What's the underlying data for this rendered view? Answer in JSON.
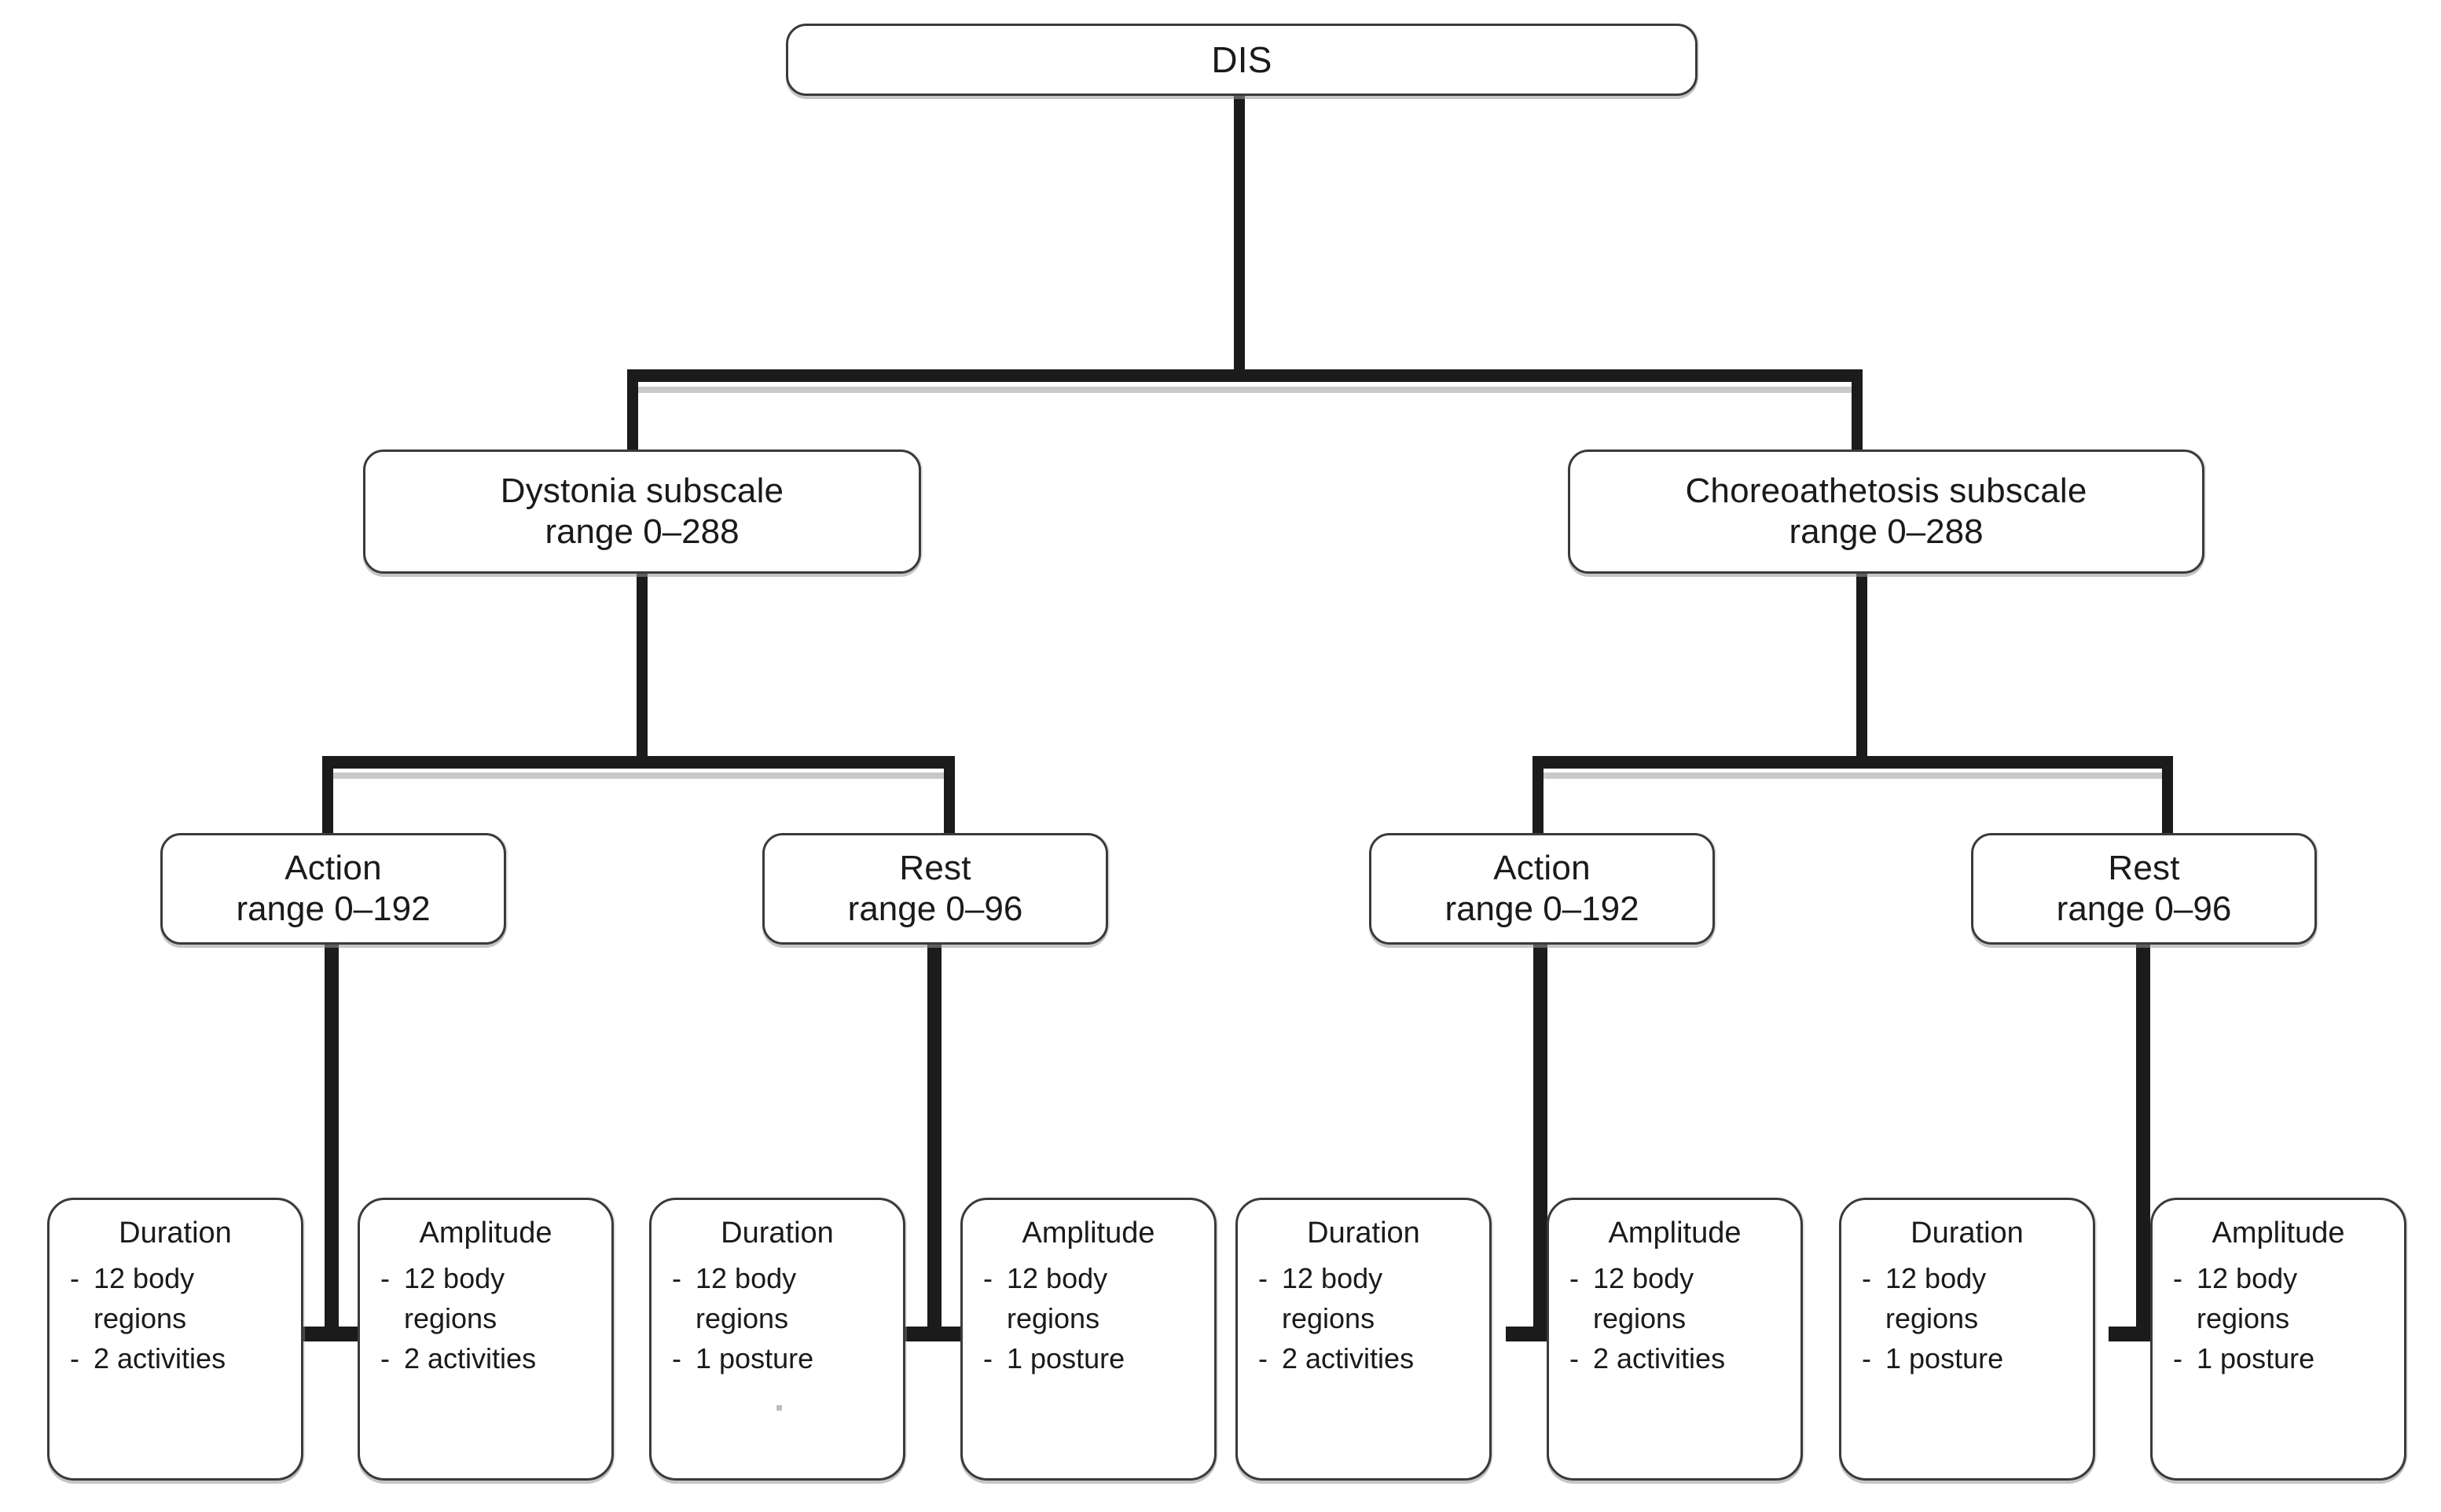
{
  "diagram": {
    "type": "hierarchy-tree",
    "title": "DIS",
    "root": {
      "label": "DIS"
    },
    "level2": [
      {
        "name": "Dystonia subscale",
        "range": "range 0–288"
      },
      {
        "name": "Choreoathetosis subscale",
        "range": "range 0–288"
      }
    ],
    "level3": [
      {
        "name": "Action",
        "range": "range 0–192"
      },
      {
        "name": "Rest",
        "range": "range 0–96"
      },
      {
        "name": "Action",
        "range": "range 0–192"
      },
      {
        "name": "Rest",
        "range": "range 0–96"
      }
    ],
    "leaves": [
      {
        "heading": "Duration",
        "items": [
          "12 body regions",
          "2 activities"
        ],
        "item_lines": [
          [
            "12 body",
            "regions"
          ],
          [
            "2 activities"
          ]
        ]
      },
      {
        "heading": "Amplitude",
        "items": [
          "12 body regions",
          "2 activities"
        ],
        "item_lines": [
          [
            "12 body",
            "regions"
          ],
          [
            "2 activities"
          ]
        ]
      },
      {
        "heading": "Duration",
        "items": [
          "12 body regions",
          "1 posture"
        ],
        "item_lines": [
          [
            "12 body",
            "regions"
          ],
          [
            "1 posture"
          ]
        ]
      },
      {
        "heading": "Amplitude",
        "items": [
          "12 body regions",
          "1 posture"
        ],
        "item_lines": [
          [
            "12 body",
            "regions"
          ],
          [
            "1 posture"
          ]
        ]
      },
      {
        "heading": "Duration",
        "items": [
          "12 body regions",
          "2 activities"
        ],
        "item_lines": [
          [
            "12 body",
            "regions"
          ],
          [
            "2 activities"
          ]
        ]
      },
      {
        "heading": "Amplitude",
        "items": [
          "12 body regions",
          "2 activities"
        ],
        "item_lines": [
          [
            "12 body",
            "regions"
          ],
          [
            "2 activities"
          ]
        ]
      },
      {
        "heading": "Duration",
        "items": [
          "12 body regions",
          "1 posture"
        ],
        "item_lines": [
          [
            "12 body",
            "regions"
          ],
          [
            "1 posture"
          ]
        ]
      },
      {
        "heading": "Amplitude",
        "items": [
          "12 body regions",
          "1 posture"
        ],
        "item_lines": [
          [
            "12 body",
            "regions"
          ],
          [
            "1 posture"
          ]
        ]
      }
    ],
    "bullet": "-",
    "colors": {
      "line": "#1b1b1b",
      "box_border": "#3a3a3a",
      "box_fill": "#ffffff",
      "text": "#1a1a1a",
      "shadow": "#969696"
    }
  }
}
